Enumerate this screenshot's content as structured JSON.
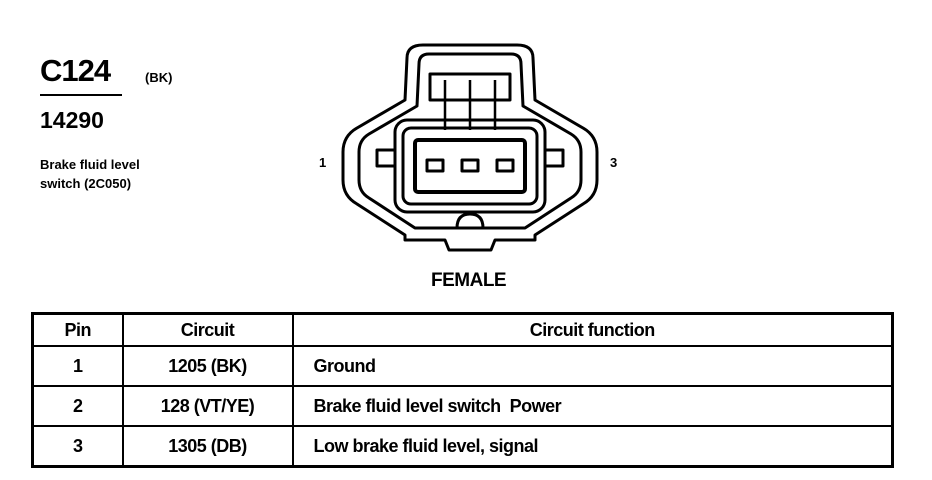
{
  "connector": {
    "id": "C124",
    "color_code": "(BK)",
    "part_number": "14290",
    "description_line1": "Brake fluid level",
    "description_line2": "switch (2C050)"
  },
  "diagram": {
    "pin_label_left": "1",
    "pin_label_right": "3",
    "gender": "FEMALE"
  },
  "table": {
    "headers": {
      "pin": "Pin",
      "circuit": "Circuit",
      "function": "Circuit function"
    },
    "rows": [
      {
        "pin": "1",
        "circuit": "1205 (BK)",
        "function": "Ground"
      },
      {
        "pin": "2",
        "circuit": "128 (VT/YE)",
        "function": "Brake fluid level switch  Power"
      },
      {
        "pin": "3",
        "circuit": "1305 (DB)",
        "function": "Low brake fluid level, signal"
      }
    ]
  }
}
